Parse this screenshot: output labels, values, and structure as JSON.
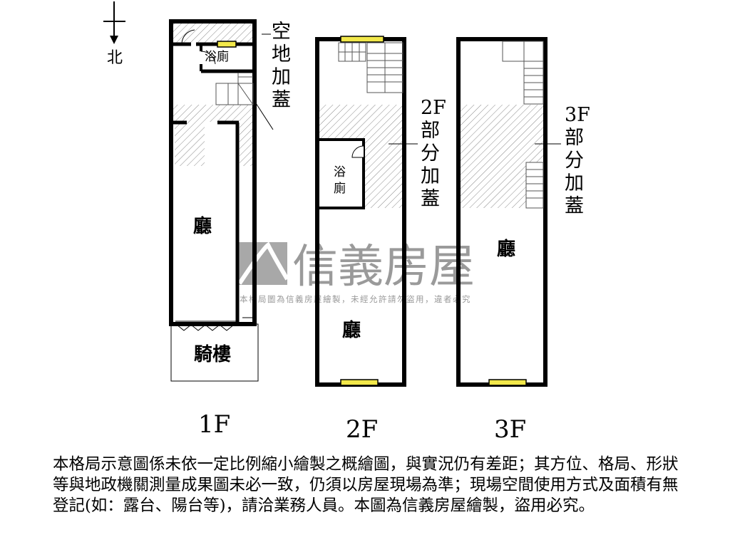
{
  "compass": {
    "north_label": "北"
  },
  "watermark": {
    "brand": "信義房屋",
    "notice": "本格局圖為信義房屋繪製，未經允許請勿盜用，違者必究",
    "color": "#9a9a9a"
  },
  "floors": [
    {
      "label": "1F",
      "rooms": {
        "bath": "浴廁",
        "hall": "廳",
        "arcade": "騎樓"
      },
      "annotation": "空地加蓋"
    },
    {
      "label": "2F",
      "rooms": {
        "bath": "浴廁",
        "hall": "廳"
      },
      "annotation": "2F部分加蓋"
    },
    {
      "label": "3F",
      "rooms": {
        "hall": "廳"
      },
      "annotation": "3F部分加蓋"
    }
  ],
  "colors": {
    "window": "#f2e84a",
    "hatch": "#8a8a8a",
    "wall": "#000000"
  },
  "disclaimer": "本格局示意圖係未依一定比例縮小繪製之概繪圖，與實況仍有差距；其方位、格局、形狀等與地政機關測量成果圖未必一致，仍須以房屋現場為準；現場空間使用方式及面積有無登記(如：露台、陽台等)，請洽業務人員。本圖為信義房屋繪製，盜用必究。"
}
